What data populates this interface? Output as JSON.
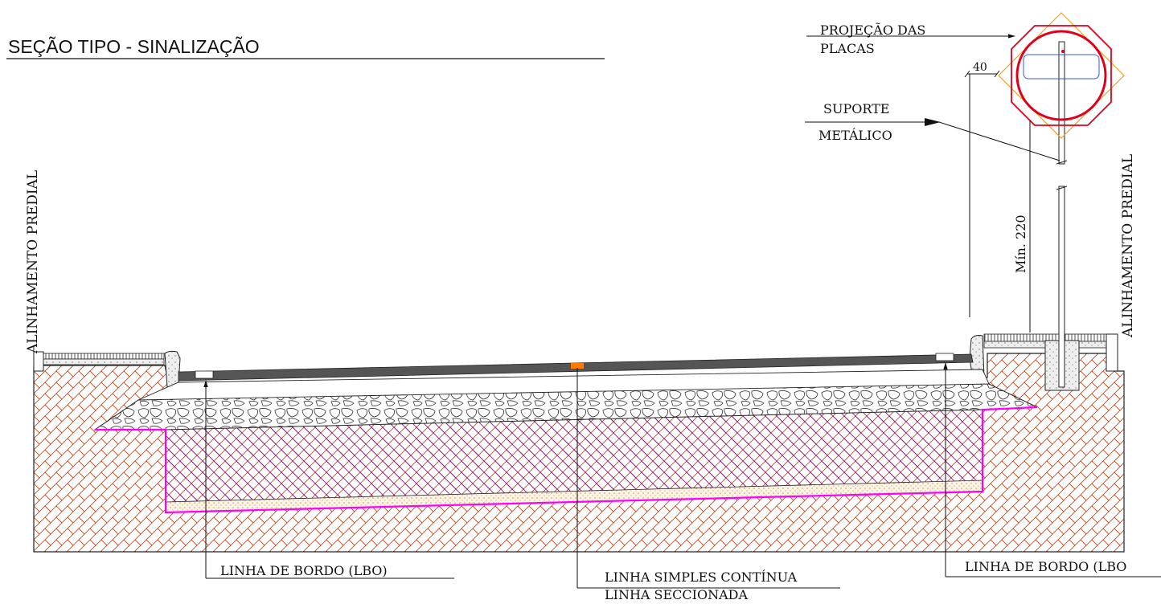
{
  "title": "SEÇÃO TIPO - SINALIZAÇÃO",
  "labels": {
    "alinhamento_left": "ALINHAMENTO PREDIAL",
    "alinhamento_right": "ALINHAMENTO PREDIAL",
    "projecao_line1": "PROJEÇÃO DAS",
    "projecao_line2": "PLACAS",
    "suporte_line1": "SUPORTE",
    "suporte_line2": "METÁLICO",
    "dim_40": "40",
    "dim_min220": "Mín. 220",
    "linha_bordo_left": "LINHA DE BORDO (LBO)",
    "linha_bordo_right": "LINHA DE BORDO (LBO",
    "linha_simples": "LINHA SIMPLES CONTÍNUA",
    "linha_seccionada": "LINHA SECCIONADA"
  },
  "colors": {
    "soil": "#c24a1a",
    "base_hatch": "#7a1f7a",
    "subgrade_line": "#ff00ff",
    "sand": "#e8c48a",
    "sign_red": "#e0001b",
    "sign_orange": "#f0a020",
    "sign_blue": "#3a5bd9",
    "center_marker": "#ff7a00",
    "asphalt": "#555555"
  }
}
